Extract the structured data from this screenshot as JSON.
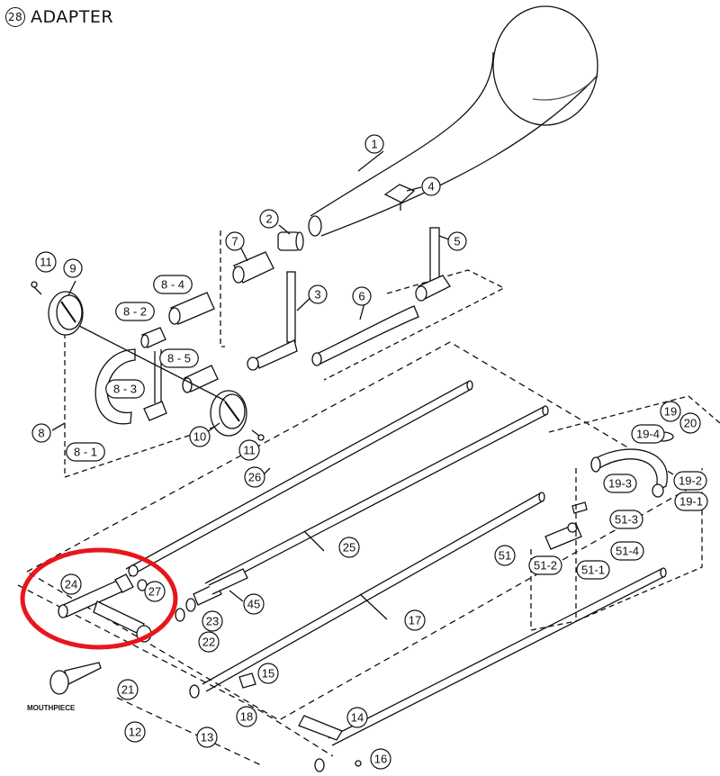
{
  "title": {
    "number": "28",
    "text": "ADAPTER"
  },
  "callouts": [
    {
      "id": "c1",
      "text": "1"
    },
    {
      "id": "c2",
      "text": "2"
    },
    {
      "id": "c3",
      "text": "3"
    },
    {
      "id": "c4",
      "text": "4"
    },
    {
      "id": "c5",
      "text": "5"
    },
    {
      "id": "c6",
      "text": "6"
    },
    {
      "id": "c7",
      "text": "7"
    },
    {
      "id": "c8",
      "text": "8"
    },
    {
      "id": "c9",
      "text": "9"
    },
    {
      "id": "c10",
      "text": "10"
    },
    {
      "id": "c11a",
      "text": "11"
    },
    {
      "id": "c11b",
      "text": "11"
    },
    {
      "id": "c12",
      "text": "12"
    },
    {
      "id": "c13",
      "text": "13"
    },
    {
      "id": "c14",
      "text": "14"
    },
    {
      "id": "c15",
      "text": "15"
    },
    {
      "id": "c16",
      "text": "16"
    },
    {
      "id": "c17",
      "text": "17"
    },
    {
      "id": "c18",
      "text": "18"
    },
    {
      "id": "c19",
      "text": "19"
    },
    {
      "id": "c20",
      "text": "20"
    },
    {
      "id": "c21",
      "text": "21"
    },
    {
      "id": "c22",
      "text": "22"
    },
    {
      "id": "c23",
      "text": "23"
    },
    {
      "id": "c24",
      "text": "24"
    },
    {
      "id": "c25",
      "text": "25"
    },
    {
      "id": "c26",
      "text": "26"
    },
    {
      "id": "c27",
      "text": "27"
    },
    {
      "id": "c45",
      "text": "45"
    },
    {
      "id": "c51",
      "text": "51"
    },
    {
      "id": "c8_1",
      "text": "8 - 1"
    },
    {
      "id": "c8_2",
      "text": "8 - 2"
    },
    {
      "id": "c8_3",
      "text": "8 - 3"
    },
    {
      "id": "c8_4",
      "text": "8 - 4"
    },
    {
      "id": "c8_5",
      "text": "8 - 5"
    },
    {
      "id": "c19_1",
      "text": "19-1"
    },
    {
      "id": "c19_2",
      "text": "19-2"
    },
    {
      "id": "c19_3",
      "text": "19-3"
    },
    {
      "id": "c19_4",
      "text": "19-4"
    },
    {
      "id": "c51_1",
      "text": "51-1"
    },
    {
      "id": "c51_2",
      "text": "51-2"
    },
    {
      "id": "c51_3",
      "text": "51-3"
    },
    {
      "id": "c51_4",
      "text": "51-4"
    }
  ],
  "mouthpiece_label": "MOUTHPIECE",
  "highlight_color": "#e8161b"
}
